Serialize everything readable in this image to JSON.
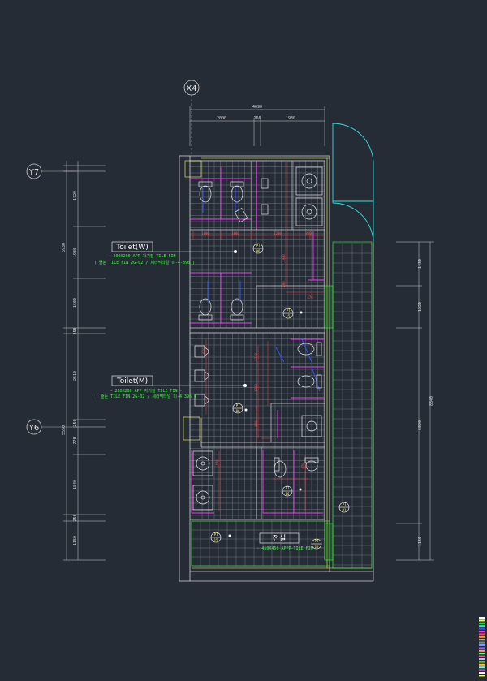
{
  "grid_labels": {
    "x4": "X4",
    "y7": "Y7",
    "y6": "Y6"
  },
  "top_dims": {
    "total": "4090",
    "left": "2000",
    "mid": "160",
    "right": "1930"
  },
  "left_dims": {
    "a": "1720",
    "b": "1930",
    "c": "1600",
    "d": "250",
    "e": "2510",
    "f": "250",
    "g": "770",
    "h": "1840",
    "i": "250",
    "j": "1150",
    "total_upper": "5930",
    "total_lower": "5550"
  },
  "right_dims": {
    "a": "1430",
    "b": "1220",
    "c": "6090",
    "d": "1150",
    "total": "8840"
  },
  "rooms": {
    "women": {
      "name": "Toilet(W)",
      "note1": "- 200X200 APP 자기질 TILE FIN -",
      "note2": "( 줄눈 TILE FIN 2G-02 / 세라믹타일 미-4-396 )"
    },
    "men": {
      "name": "Toilet(M)",
      "note1": "- 200X200 APP 자기질 TILE FIN -",
      "note2": "( 줄눈 TILE FIN 2G-02 / 세라믹타일 미-4-396 )"
    },
    "front": {
      "name": "전실",
      "note1": "- 450X450 APPP-TILE FIN -"
    }
  },
  "tags": {
    "pt_w": "PT",
    "pt_w_n": "06",
    "pt_w2": "PT",
    "pt_w2_n": "15",
    "pt_m": "PT",
    "pt_m_n": "06",
    "pt_m2": "PT",
    "pt_m2_n": "06",
    "pt_f": "PT",
    "pt_f_n": "15",
    "pt_f2": "PT",
    "pt_f2_n": "15",
    "pt_c": "PT",
    "pt_c_n": "01"
  },
  "inner_dims": {
    "w1": "1000",
    "w2": "1000",
    "w3": "1200",
    "w4": "850",
    "w5": "470",
    "w6": "1930",
    "w7": "280",
    "m1": "1310",
    "m2": "1310",
    "m3": "800",
    "m4": "470",
    "m5": "470",
    "m6": "600"
  },
  "colors": {
    "background": "#262c36",
    "wall": "#cfcfcf",
    "partition": "#ff33ff",
    "door": "#33e0e0",
    "grid": "#6c7580",
    "dimension": "#ff4444",
    "fixture": "#e8e8e8",
    "note": "#33ff33",
    "outline": "#ffff55"
  }
}
